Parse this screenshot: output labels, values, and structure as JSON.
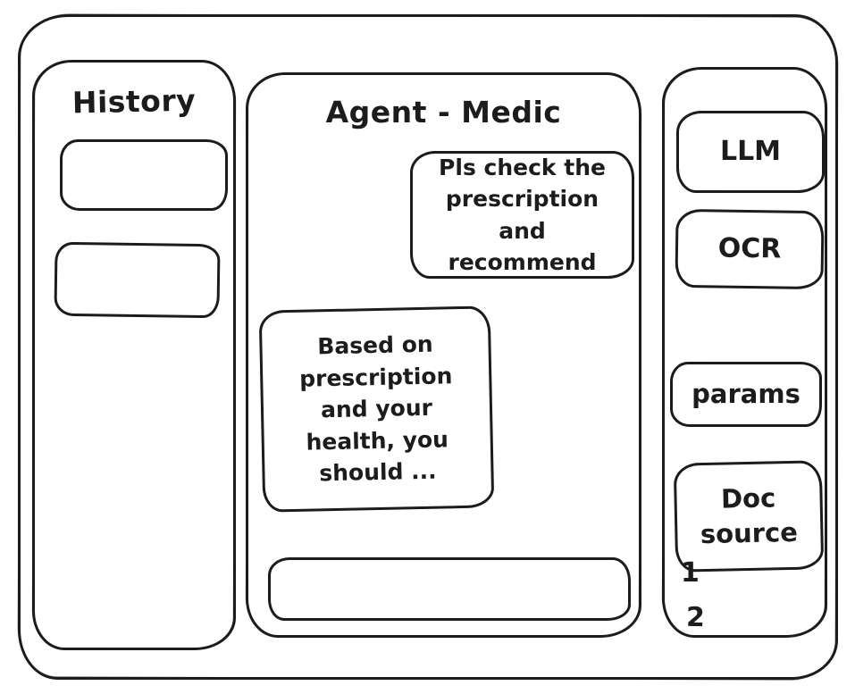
{
  "app": {
    "background": "#ffffff",
    "stroke_color": "#1c1c1c",
    "style": "hand-drawn-wireframe"
  },
  "history_panel": {
    "title": "History",
    "items": [
      {
        "label": ""
      },
      {
        "label": ""
      }
    ]
  },
  "chat_panel": {
    "title": "Agent - Medic",
    "messages": [
      {
        "role": "user",
        "align": "right",
        "text": "Pls check the\nprescription\nand recommend"
      },
      {
        "role": "assistant",
        "align": "left",
        "text": "Based on\nprescription\nand your\nhealth, you\nshould ..."
      }
    ],
    "input": {
      "value": "",
      "placeholder": ""
    }
  },
  "tools_panel": {
    "buttons": [
      {
        "label": "LLM"
      },
      {
        "label": "OCR"
      },
      {
        "label": "params"
      },
      {
        "label": "Doc\nsource"
      }
    ],
    "annotations": [
      {
        "label": "1"
      },
      {
        "label": "2"
      }
    ]
  }
}
